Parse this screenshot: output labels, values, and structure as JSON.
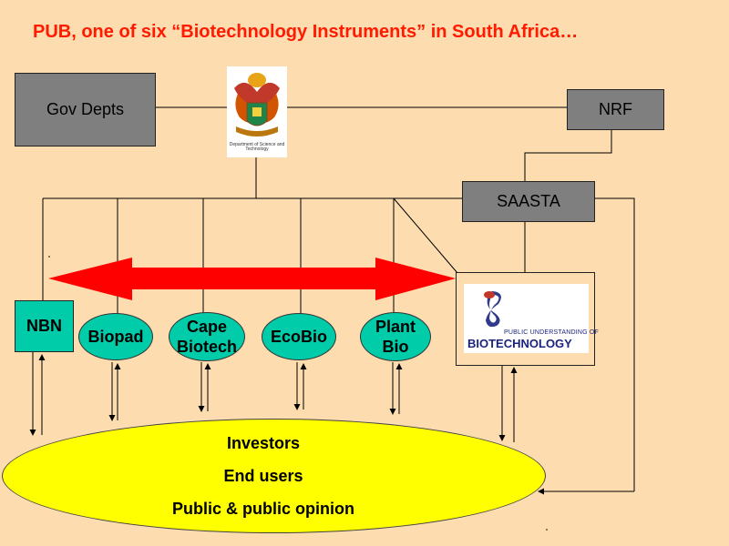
{
  "title": "PUB, one of six “Biotechnology Instruments” in South Africa…",
  "boxes": {
    "gov_depts": "Gov Depts",
    "nrf": "NRF",
    "saasta": "SAASTA",
    "nbn": "NBN"
  },
  "instruments": {
    "biopad": "Biopad",
    "cape_biotech_line1": "Cape",
    "cape_biotech_line2": "Biotech",
    "ecobio": "EcoBio",
    "plant_bio_line1": "Plant",
    "plant_bio_line2": "Bio"
  },
  "audience": {
    "investors": "Investors",
    "end_users": "End users",
    "public": "Public & public opinion"
  },
  "logos": {
    "dst_caption": "Department of Science and Technology",
    "pub_line1": "PUBLIC UNDERSTANDING OF",
    "pub_line2": "BIOTECHNOLOGY"
  },
  "colors": {
    "background": "#fddcb0",
    "title": "#ff1a00",
    "grey_box": "#7f7f7f",
    "instrument": "#00ccaa",
    "audience": "#ffff00",
    "arrow": "#ff0000"
  }
}
